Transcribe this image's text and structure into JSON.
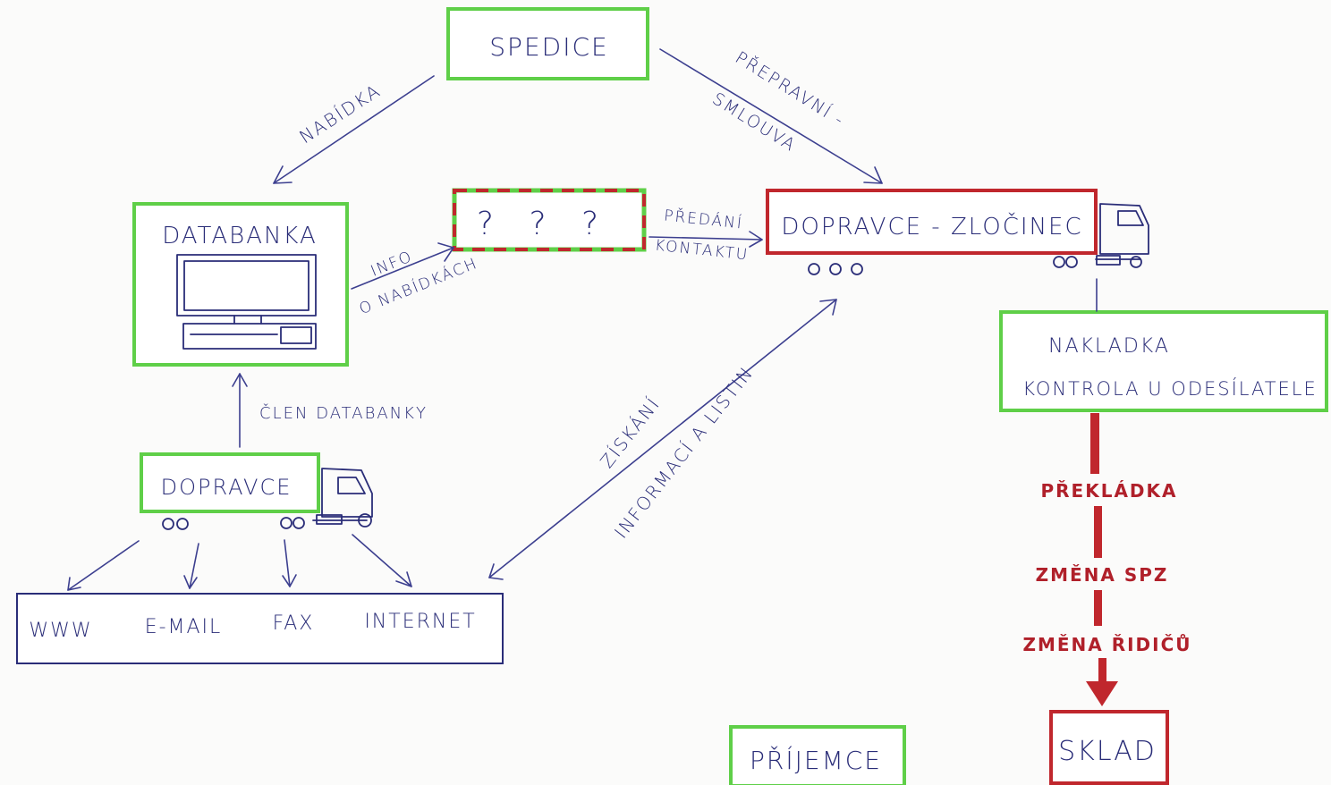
{
  "nodes": {
    "spedice": "SPEDICE",
    "databanka": "DATABANKA",
    "unknown": "? ? ?",
    "dopravce_zlocinec": "DOPRAVCE - ZLOČINEC",
    "nakladka_line1": "NAKLADKA",
    "nakladka_line2": "KONTROLA U ODESÍLATELE",
    "dopravce": "DOPRAVCE",
    "channels": {
      "www": "WWW",
      "email": "E-MAIL",
      "fax": "FAX",
      "internet": "INTERNET"
    },
    "prijemce": "PŘÍJEMCE",
    "sklad": "SKLAD"
  },
  "edges": {
    "nabidka": "NABÍDKA",
    "prepravni": "PŘEPRAVNÍ -",
    "smlouva": "SMLOUVA",
    "predani": "PŘEDÁNÍ",
    "kontaktu": "KONTAKTU",
    "info": "INFO",
    "o_nabidkach": "O NABÍDKÁCH",
    "clen_databanky": "ČLEN DATABANKY",
    "ziskani": "ZÍSKÁNÍ",
    "informaci_a_listin": "INFORMACÍ A LISTIN"
  },
  "steps": {
    "prekladka": "PŘEKLÁDKA",
    "zmena_spz": "ZMĚNA SPZ",
    "zmena_ridicu": "ZMĚNA ŘIDIČŮ"
  },
  "colors": {
    "ink": "#2a2d78",
    "green_box": "#5fcf48",
    "red_box": "#c0272d"
  }
}
